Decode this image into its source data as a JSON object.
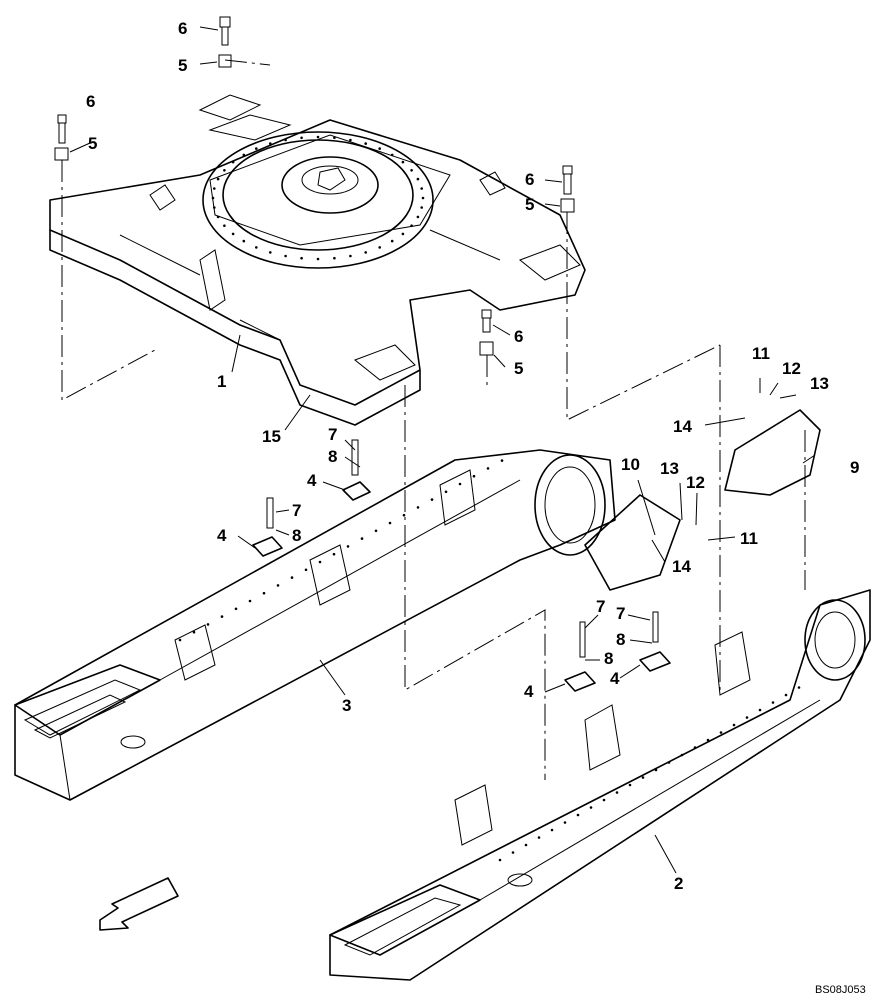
{
  "diagram": {
    "drawing_code": "BS08J053",
    "callouts": [
      {
        "id": "c6a",
        "label": "6"
      },
      {
        "id": "c5a",
        "label": "5"
      },
      {
        "id": "c6b",
        "label": "6"
      },
      {
        "id": "c5b",
        "label": "5"
      },
      {
        "id": "c6c",
        "label": "6"
      },
      {
        "id": "c5c",
        "label": "5"
      },
      {
        "id": "c6d",
        "label": "6"
      },
      {
        "id": "c5d",
        "label": "5"
      },
      {
        "id": "c1",
        "label": "1"
      },
      {
        "id": "c15",
        "label": "15"
      },
      {
        "id": "c7a",
        "label": "7"
      },
      {
        "id": "c8a",
        "label": "8"
      },
      {
        "id": "c4a",
        "label": "4"
      },
      {
        "id": "c7b",
        "label": "7"
      },
      {
        "id": "c8b",
        "label": "8"
      },
      {
        "id": "c4b",
        "label": "4"
      },
      {
        "id": "c10",
        "label": "10"
      },
      {
        "id": "c13a",
        "label": "13"
      },
      {
        "id": "c12a",
        "label": "12"
      },
      {
        "id": "c11a",
        "label": "11"
      },
      {
        "id": "c14a",
        "label": "14"
      },
      {
        "id": "c11b",
        "label": "11"
      },
      {
        "id": "c12b",
        "label": "12"
      },
      {
        "id": "c13b",
        "label": "13"
      },
      {
        "id": "c14b",
        "label": "14"
      },
      {
        "id": "c9",
        "label": "9"
      },
      {
        "id": "c3",
        "label": "3"
      },
      {
        "id": "c7c",
        "label": "7"
      },
      {
        "id": "c7d",
        "label": "7"
      },
      {
        "id": "c8c",
        "label": "8"
      },
      {
        "id": "c8d",
        "label": "8"
      },
      {
        "id": "c4c",
        "label": "4"
      },
      {
        "id": "c4d",
        "label": "4"
      },
      {
        "id": "c2",
        "label": "2"
      }
    ]
  }
}
